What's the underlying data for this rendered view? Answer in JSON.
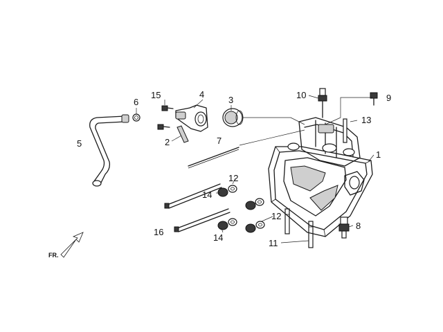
{
  "callouts": {
    "c1": "1",
    "c2": "2",
    "c3": "3",
    "c4": "4",
    "c5": "5",
    "c6": "6",
    "c7": "7",
    "c8": "8",
    "c9": "9",
    "c10": "10",
    "c11": "11",
    "c12a": "12",
    "c12b": "12",
    "c13": "13",
    "c14a": "14",
    "c14b": "14",
    "c15": "15",
    "c16": "16"
  },
  "direction_label": "FR."
}
